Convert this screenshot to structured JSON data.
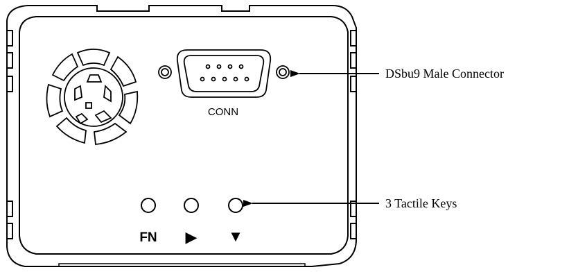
{
  "device": {
    "connector_label": "CONN",
    "key_labels": [
      "FN",
      "▶",
      "▼"
    ]
  },
  "callouts": {
    "connector": "DSbu9 Male Connector",
    "keys": "3 Tactile Keys"
  }
}
